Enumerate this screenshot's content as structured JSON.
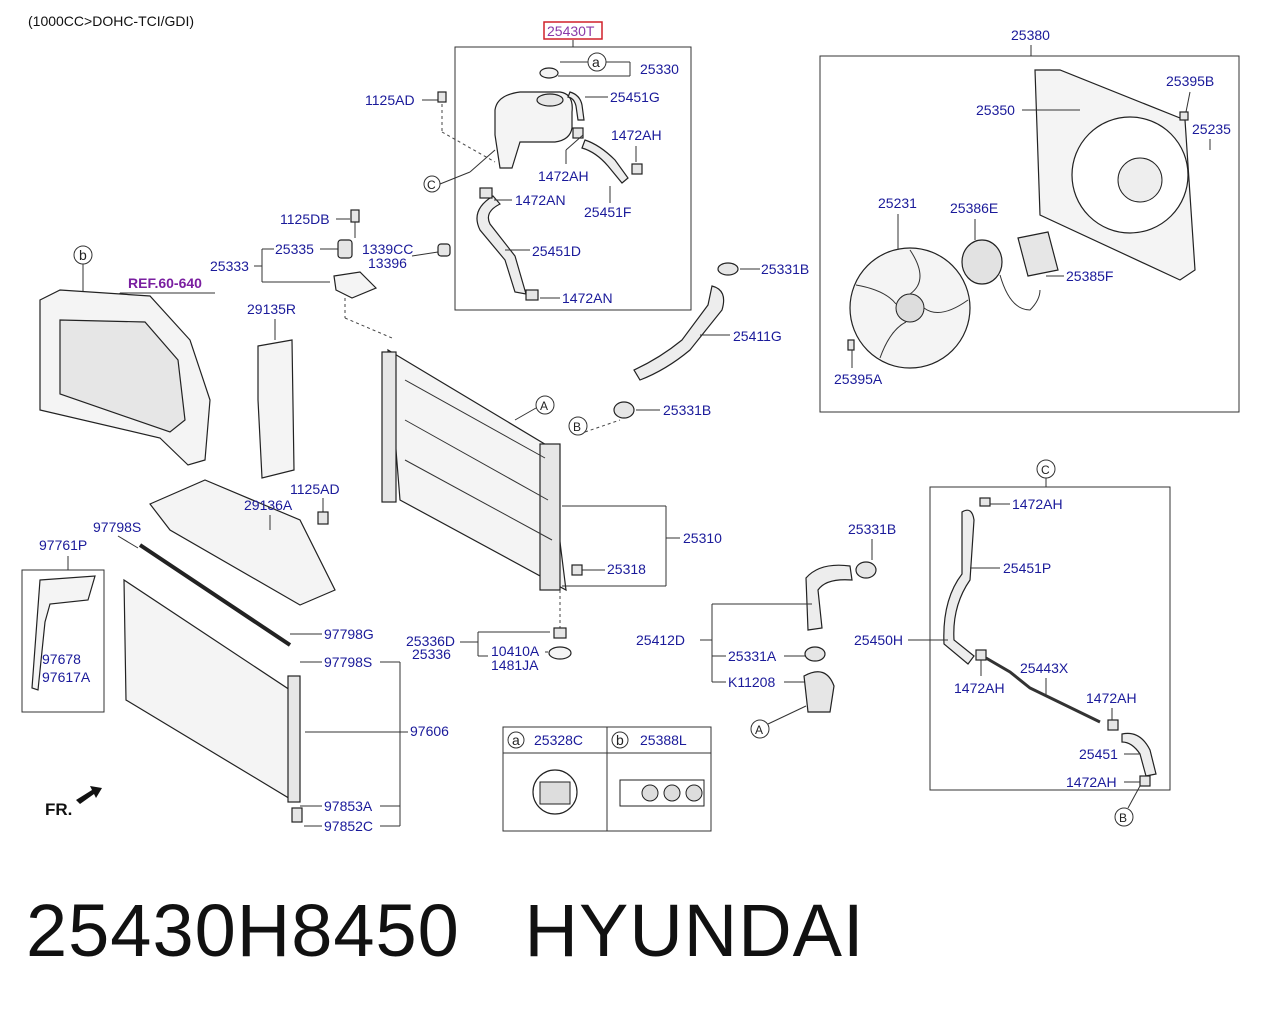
{
  "header": {
    "engine_note": "(1000CC>DOHC-TCI/GDI)"
  },
  "highlight": {
    "part_no": "25430T",
    "color": "#d0202a"
  },
  "labels": {
    "p25330": "25330",
    "p25451G": "25451G",
    "p1125AD_top": "1125AD",
    "p1472AH_a": "1472AH",
    "p1472AH_b": "1472AH",
    "p1472AN_a": "1472AN",
    "p25451F": "25451F",
    "p1125DB": "1125DB",
    "p25335": "25335",
    "p1339CC": "1339CC",
    "p13396": "13396",
    "p25333": "25333",
    "p25451D": "25451D",
    "p1472AN_b": "1472AN",
    "ref": "REF.60-640",
    "p29135R": "29135R",
    "p25331B_a": "25331B",
    "p25411G": "25411G",
    "p25331B_b": "25331B",
    "p25310": "25310",
    "p25318": "25318",
    "p1125AD_mid": "1125AD",
    "p29136A": "29136A",
    "p97798S_a": "97798S",
    "p97761P": "97761P",
    "p97678": "97678",
    "p97617A": "97617A",
    "p97798G": "97798G",
    "p97798S_b": "97798S",
    "p25336D": "25336D",
    "p25336": "25336",
    "p10410A": "10410A",
    "p1481JA": "1481JA",
    "p97606": "97606",
    "p97853A": "97853A",
    "p97852C": "97852C",
    "p25380": "25380",
    "p25395B": "25395B",
    "p25350": "25350",
    "p25235": "25235",
    "p25231": "25231",
    "p25386E": "25386E",
    "p25385F": "25385F",
    "p25395A": "25395A",
    "p25331B_c": "25331B",
    "p25412D": "25412D",
    "p25331A": "25331A",
    "pK11208": "K11208",
    "p1472AH_c": "1472AH",
    "p25451P": "25451P",
    "p25450H": "25450H",
    "p1472AH_d": "1472AH",
    "p25443X": "25443X",
    "p1472AH_e": "1472AH",
    "p25451": "25451",
    "p1472AH_f": "1472AH",
    "fr": "FR."
  },
  "callouts": {
    "a": "a",
    "b": "b",
    "c": "C",
    "A": "A",
    "B": "B"
  },
  "legend": {
    "a_key": "a",
    "a_part": "25328C",
    "b_key": "b",
    "b_part": "25388L"
  },
  "footer": {
    "part_number": "25430H8450",
    "brand": "HYUNDAI"
  }
}
